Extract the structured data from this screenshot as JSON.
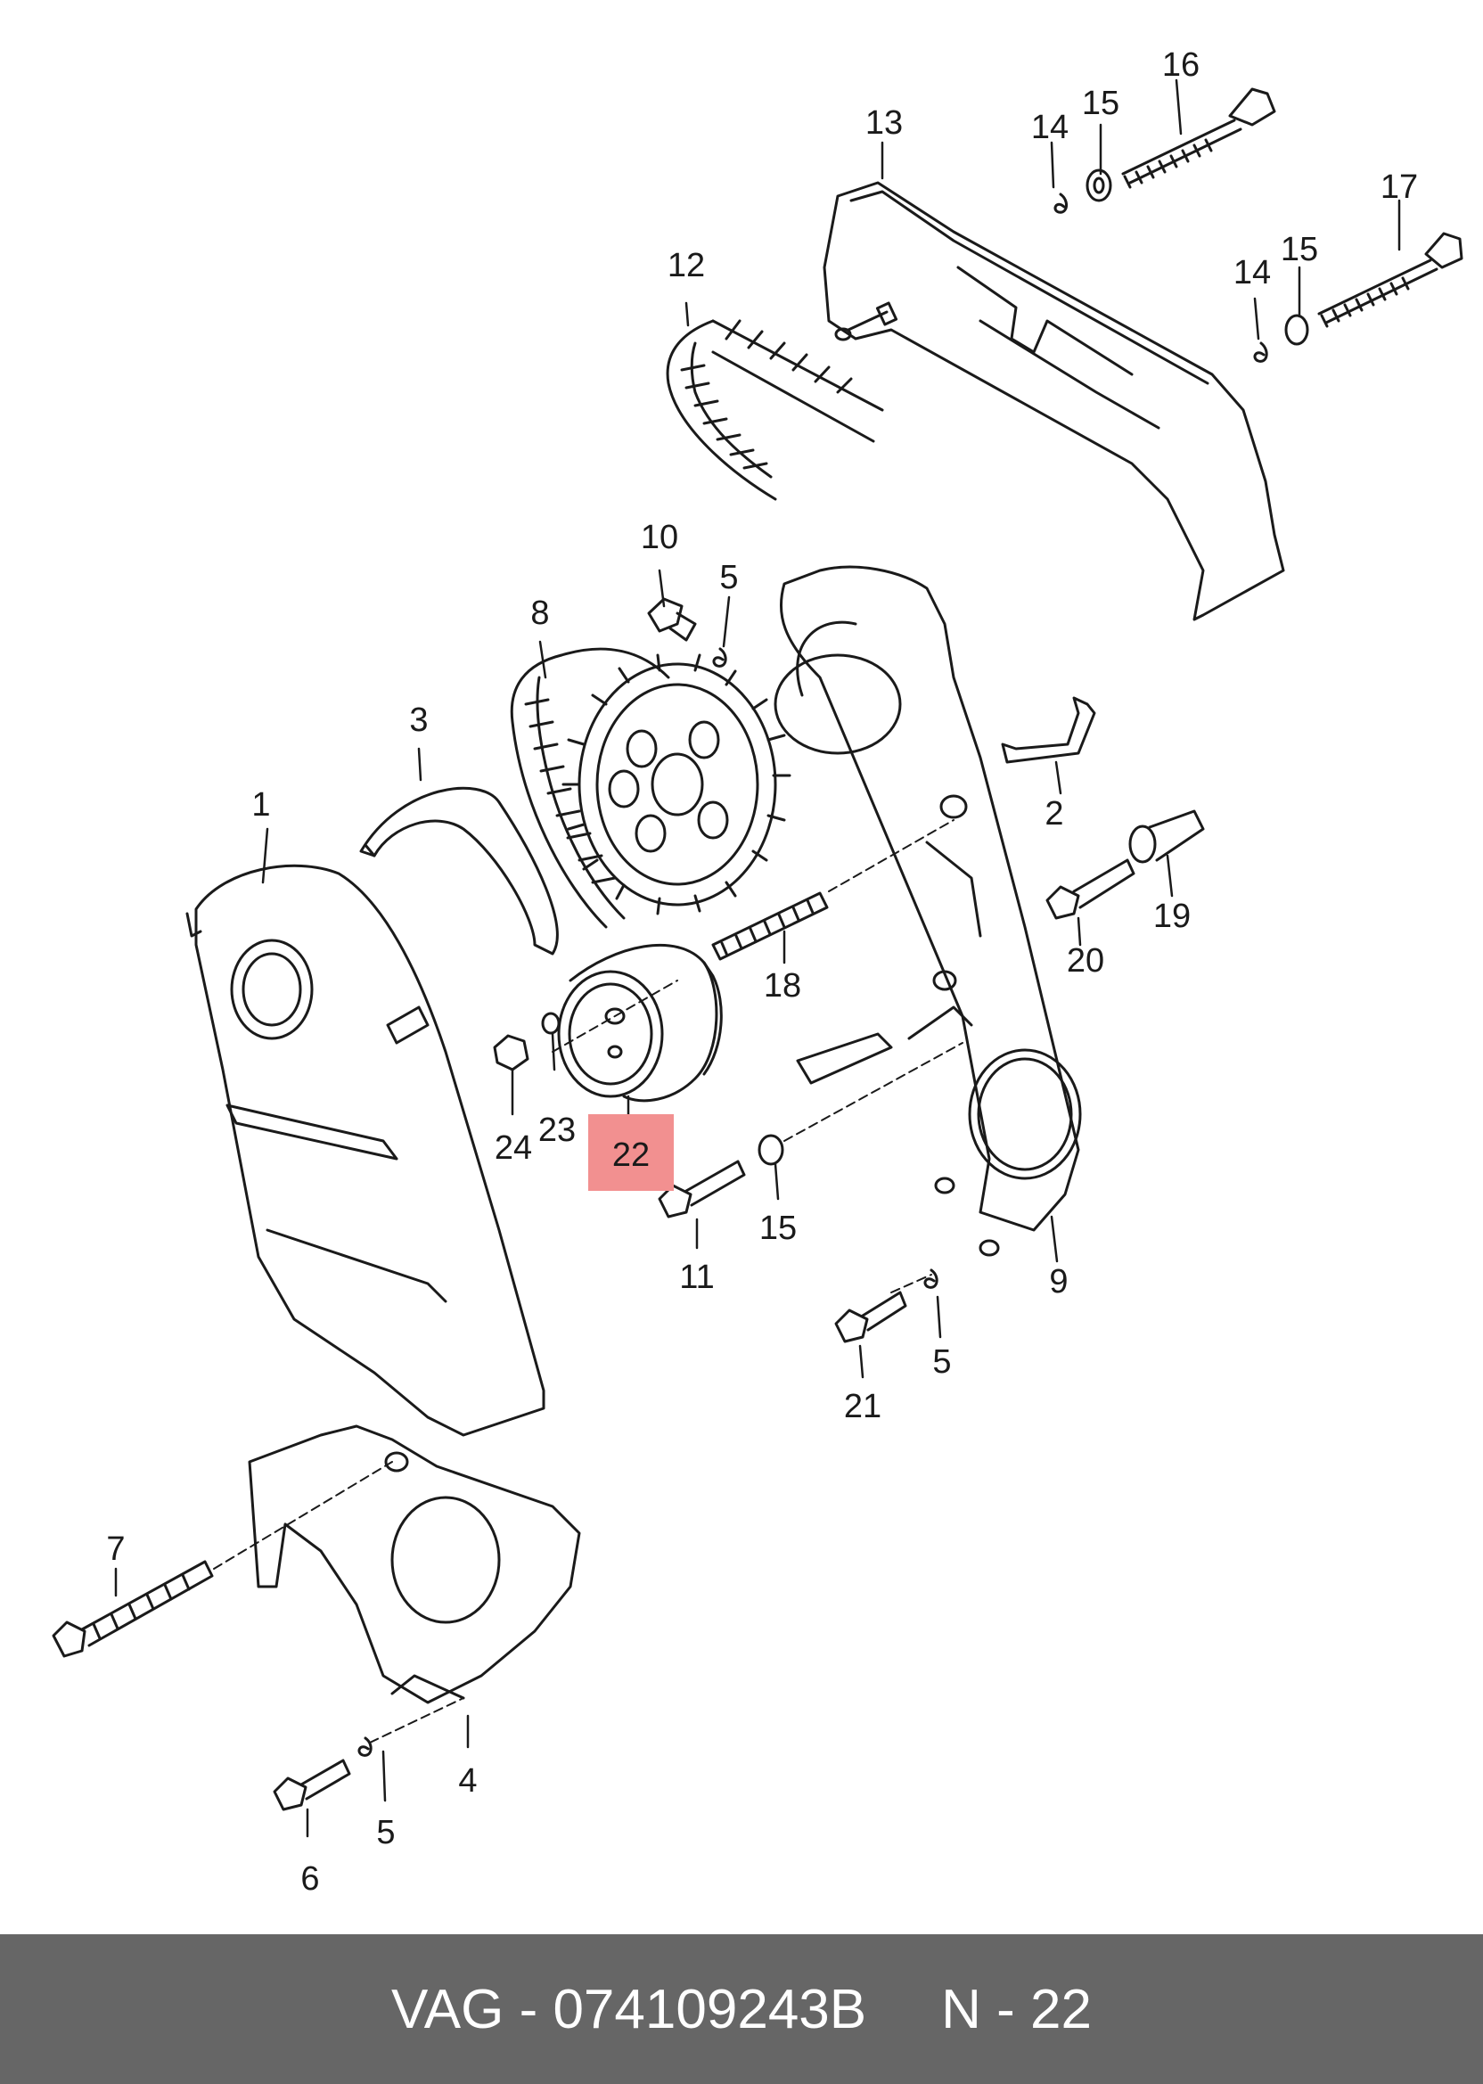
{
  "diagram": {
    "callouts": {
      "c1": "1",
      "c2": "2",
      "c3": "3",
      "c4": "4",
      "c5a": "5",
      "c5b": "5",
      "c5c": "5",
      "c6": "6",
      "c7": "7",
      "c8": "8",
      "c9": "9",
      "c10": "10",
      "c11": "11",
      "c12": "12",
      "c13": "13",
      "c14a": "14",
      "c14b": "14",
      "c15a": "15",
      "c15b": "15",
      "c15c": "15",
      "c16": "16",
      "c17": "17",
      "c18": "18",
      "c19": "19",
      "c20": "20",
      "c21": "21",
      "c22": "22",
      "c23": "23",
      "c24": "24"
    },
    "highlight_color": "#f29090",
    "line_color": "#1a1a1a"
  },
  "footer": {
    "part_label": "VAG - 074109243B",
    "ref_label": "N - 22",
    "background": "#666666"
  }
}
